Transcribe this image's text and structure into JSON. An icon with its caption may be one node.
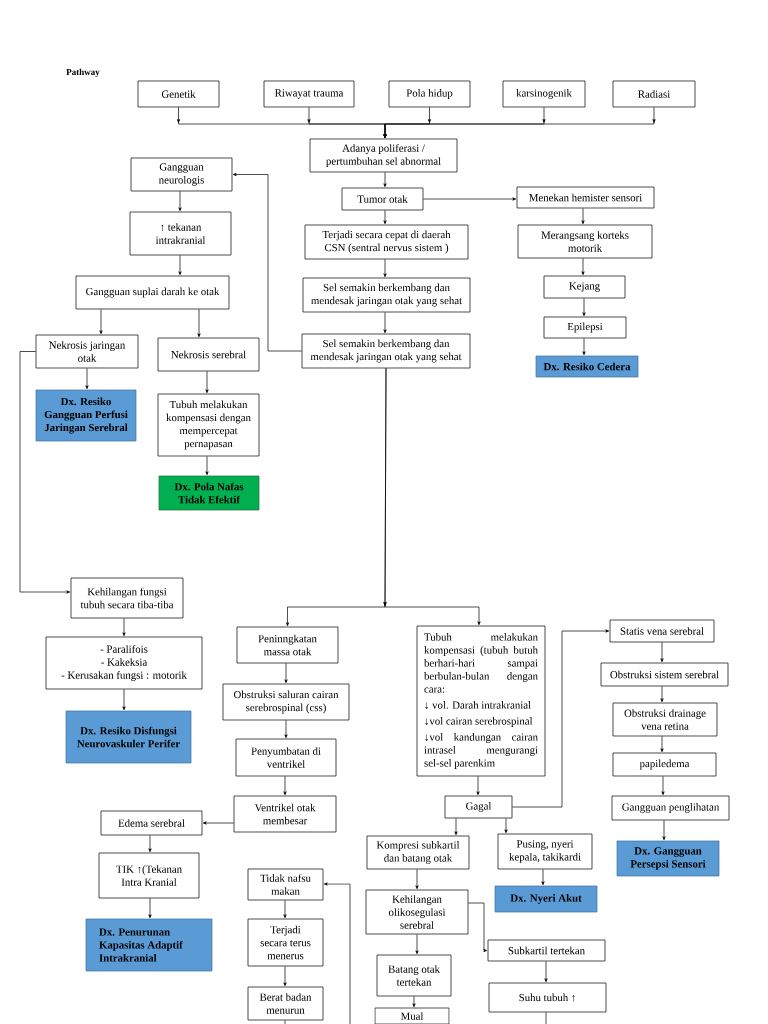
{
  "diagram": {
    "title": "Pathway",
    "nodes": [
      {
        "text": [
          "Genetik"
        ]
      },
      {
        "text": [
          "Riwayat trauma"
        ]
      },
      {
        "text": [
          "Pola hidup"
        ]
      },
      {
        "text": [
          "karsinogenik"
        ]
      },
      {
        "text": [
          "Radiasi"
        ]
      },
      {
        "text": [
          "Adanya poliferasi / pertumbuhan sel abnormal"
        ]
      },
      {
        "text": [
          "Tumor otak"
        ]
      },
      {
        "text": [
          "Terjadi secara cepat di daerah CSN (sentral nervus sistem )"
        ]
      },
      {
        "text": [
          "Sel semakin berkembang dan mendesak jaringan otak yang sehat"
        ]
      },
      {
        "text": [
          "Sel semakin berkembang dan mendesak jaringan otak yang sehat"
        ]
      },
      {
        "text": [
          "Menekan hemister sensori"
        ]
      },
      {
        "text": [
          "Merangsang korteks motorik"
        ]
      },
      {
        "text": [
          "Kejang"
        ]
      },
      {
        "text": [
          "Epilepsi"
        ]
      },
      {
        "text": [
          "Dx. Resiko Cedera"
        ]
      },
      {
        "text": [
          "Gangguan neurologis"
        ]
      },
      {
        "text": [
          "↑ tekanan intrakranial"
        ]
      },
      {
        "text": [
          "Gangguan suplai darah ke otak"
        ]
      },
      {
        "text": [
          "Nekrosis jaringan otak"
        ]
      },
      {
        "text": [
          "Nekrosis serebral"
        ]
      },
      {
        "text": [
          "Dx. Resiko Gangguan Perfusi Jaringan Serebral"
        ]
      },
      {
        "text": [
          "Tubuh melakukan kompensasi dengan mempercepat pernapasan"
        ]
      },
      {
        "text": [
          "Dx. Pola Nafas Tidak Efektif"
        ]
      },
      {
        "text": [
          "Kehilangan fungsi tubuh secara tiba-tiba"
        ]
      },
      {
        "text": [
          "- Paralifois",
          "- Kakeksia",
          "- Kerusakan fungsi : motorik"
        ]
      },
      {
        "text": [
          "Dx. Resiko Disfungsi Neurovaskuler Perifer"
        ]
      },
      {
        "text": [
          "Peninngkatan massa otak"
        ]
      },
      {
        "text": [
          "Obstruksi saluran cairan serebrospinal (css)"
        ]
      },
      {
        "text": [
          "Penyumbatan di ventrikel"
        ]
      },
      {
        "text": [
          "Ventrikel otak membesar"
        ]
      },
      {
        "text": [
          "Edema serebral"
        ]
      },
      {
        "text": [
          "TIK ↑(Tekanan Intra Kranial"
        ]
      },
      {
        "text": [
          "Dx. Penurunan Kapasitas Adaptif Intrakranial"
        ]
      },
      {
        "text": [
          "Tidak nafsu makan"
        ]
      },
      {
        "text": [
          "Terjadi secara terus menerus"
        ]
      },
      {
        "text": [
          "Berat badan menurun"
        ]
      },
      {
        "text": [
          "Tubuh melakukan kompensasi (tubuh butuh berhari-hari sampai berbulan-bulan dengan cara:",
          "↓ vol. Darah intrakranial",
          "↓vol cairan serebrospinal",
          "↓vol kandungan cairan intrasel mengurangi sel-sel parenkim"
        ]
      },
      {
        "text": [
          "Gagal"
        ]
      },
      {
        "text": [
          "Kompresi subkartil dan batang otak"
        ]
      },
      {
        "text": [
          "Pusing, nyeri kepala, takikardi"
        ]
      },
      {
        "text": [
          "Dx. Nyeri Akut"
        ]
      },
      {
        "text": [
          "Kehilangan olikosegulasi serebral"
        ]
      },
      {
        "text": [
          "Batang otak tertekan"
        ]
      },
      {
        "text": [
          "Mual"
        ]
      },
      {
        "text": [
          "Subkartil tertekan"
        ]
      },
      {
        "text": [
          "Suhu tubuh ↑"
        ]
      },
      {
        "text": [
          "Statis vena serebral"
        ]
      },
      {
        "text": [
          "Obstruksi sistem serebral"
        ]
      },
      {
        "text": [
          "Obstruksi drainage vena retina"
        ]
      },
      {
        "text": [
          "papiledema"
        ]
      },
      {
        "text": [
          "Gangguan penglihatan"
        ]
      },
      {
        "text": [
          "Dx. Gangguan Persepsi Sensori"
        ]
      }
    ],
    "edges": [
      {
        "from": 0,
        "to": 5,
        "arrow": "to"
      },
      {
        "from": 1,
        "to": 5,
        "arrow": "to"
      },
      {
        "from": 2,
        "to": 5,
        "arrow": "to"
      },
      {
        "from": 3,
        "to": 5,
        "arrow": "to"
      },
      {
        "from": 4,
        "to": 5,
        "arrow": "to"
      },
      {
        "from": 5,
        "to": 6,
        "arrow": "to"
      },
      {
        "from": 6,
        "to": 7,
        "arrow": "to"
      },
      {
        "from": 7,
        "to": 8,
        "arrow": "to"
      },
      {
        "from": 8,
        "to": 9,
        "arrow": "to"
      },
      {
        "from": 6,
        "to": 10,
        "arrow": "to"
      },
      {
        "from": 10,
        "to": 11,
        "arrow": "to"
      },
      {
        "from": 11,
        "to": 12,
        "arrow": "to"
      },
      {
        "from": 12,
        "to": 13,
        "arrow": "to"
      },
      {
        "from": 13,
        "to": 14,
        "arrow": "to"
      },
      {
        "from": 9,
        "to": 15,
        "arrow": "to"
      },
      {
        "from": 15,
        "to": 16,
        "arrow": "to"
      },
      {
        "from": 16,
        "to": 17,
        "arrow": "to"
      },
      {
        "from": 17,
        "to": 18,
        "arrow": "to"
      },
      {
        "from": 17,
        "to": 19,
        "arrow": "to"
      },
      {
        "from": 18,
        "to": 20,
        "arrow": "to"
      },
      {
        "from": 19,
        "to": 21,
        "arrow": "to"
      },
      {
        "from": 21,
        "to": 22,
        "arrow": "to"
      },
      {
        "from": 18,
        "to": 23,
        "arrow": "to"
      },
      {
        "from": 9,
        "to": 26,
        "arrow": "to"
      },
      {
        "from": 9,
        "to": 36,
        "arrow": "to"
      },
      {
        "from": 23,
        "to": 24,
        "arrow": "to"
      },
      {
        "from": 24,
        "to": 25,
        "arrow": "to"
      },
      {
        "from": 26,
        "to": 27,
        "arrow": "to"
      },
      {
        "from": 27,
        "to": 28,
        "arrow": "to"
      },
      {
        "from": 28,
        "to": 29,
        "arrow": "to"
      },
      {
        "from": 29,
        "to": 30,
        "arrow": "to"
      },
      {
        "from": 30,
        "to": 31,
        "arrow": "to"
      },
      {
        "from": 31,
        "to": 32,
        "arrow": "to"
      },
      {
        "from": 33,
        "to": 34,
        "arrow": "to"
      },
      {
        "from": 34,
        "to": 35,
        "arrow": "to"
      },
      {
        "from": 35,
        "to": null,
        "arrow": "none"
      },
      {
        "from": null,
        "to": 33,
        "arrow": "to"
      },
      {
        "from": 36,
        "to": 37,
        "arrow": "to"
      },
      {
        "from": 37,
        "to": 38,
        "arrow": "to"
      },
      {
        "from": 37,
        "to": 39,
        "arrow": "to"
      },
      {
        "from": 37,
        "to": 46,
        "arrow": "to"
      },
      {
        "from": 39,
        "to": 40,
        "arrow": "to"
      },
      {
        "from": 38,
        "to": 41,
        "arrow": "to"
      },
      {
        "from": 41,
        "to": 42,
        "arrow": "to"
      },
      {
        "from": 41,
        "to": 44,
        "arrow": "to"
      },
      {
        "from": 42,
        "to": 43,
        "arrow": "to"
      },
      {
        "from": 44,
        "to": 45,
        "arrow": "to"
      },
      {
        "from": 45,
        "to": null,
        "arrow": "none"
      },
      {
        "from": 46,
        "to": 47,
        "arrow": "to"
      },
      {
        "from": 47,
        "to": 48,
        "arrow": "to"
      },
      {
        "from": 48,
        "to": 49,
        "arrow": "to"
      },
      {
        "from": 49,
        "to": 50,
        "arrow": "to"
      },
      {
        "from": 50,
        "to": 51,
        "arrow": "to"
      }
    ]
  }
}
